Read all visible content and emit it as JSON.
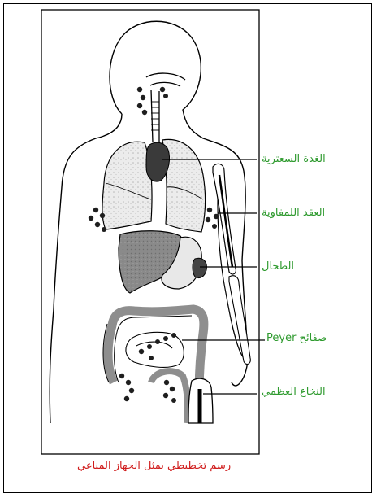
{
  "labels": {
    "thymus": "الغدة السعترية",
    "lymph_nodes": "العقد اللمفاوية",
    "spleen": "الطحال",
    "peyer": "صفائح Peyer",
    "bone_marrow": "النخاع العظمي"
  },
  "caption": "رسم تخطيطي يمثل الجهاز المناعي",
  "colors": {
    "label": "#2e9a2e",
    "caption": "#d01c1c",
    "outline": "#000000",
    "lung": "#e6e6e6",
    "liver": "#8c8c8c",
    "intestine": "#9a9a9a",
    "node": "#222222"
  }
}
